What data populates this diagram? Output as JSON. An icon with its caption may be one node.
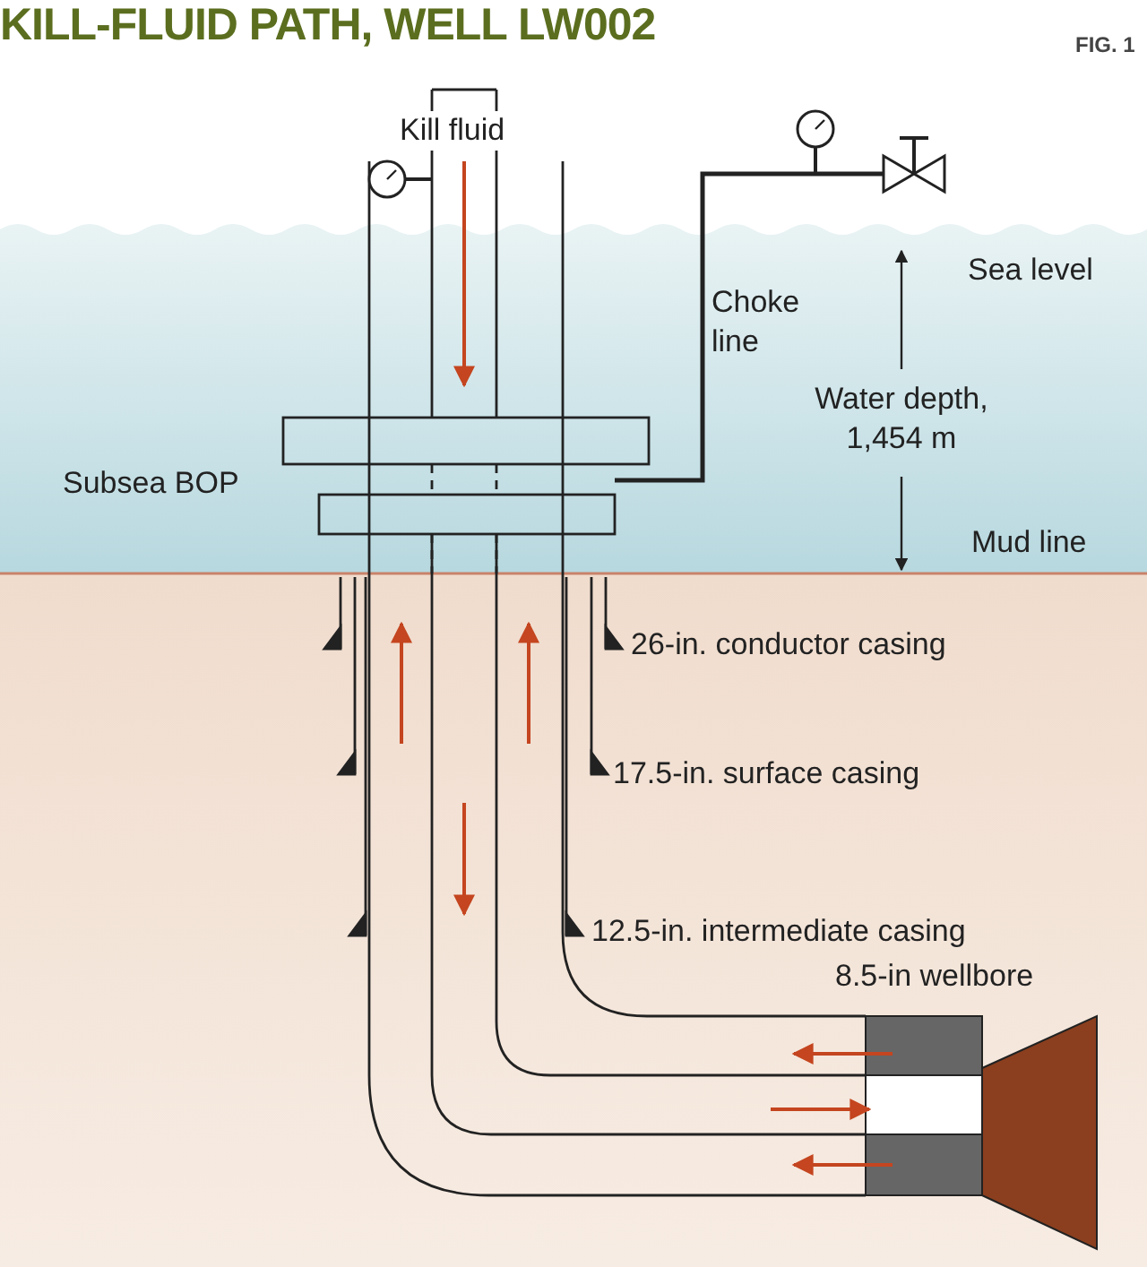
{
  "diagram": {
    "title": "KILL-FLUID PATH, WELL LW002",
    "labels": [
      "FIG. 1",
      "Kill fluid",
      "Choke line",
      "Sea level",
      "Water depth, 1,454 m",
      "Subsea BOP",
      "Mud line",
      "26-in. conductor casing",
      "17.5-in. surface casing",
      "12.5-in. intermediate casing",
      "8.5-in wellbore"
    ]
  }
}
